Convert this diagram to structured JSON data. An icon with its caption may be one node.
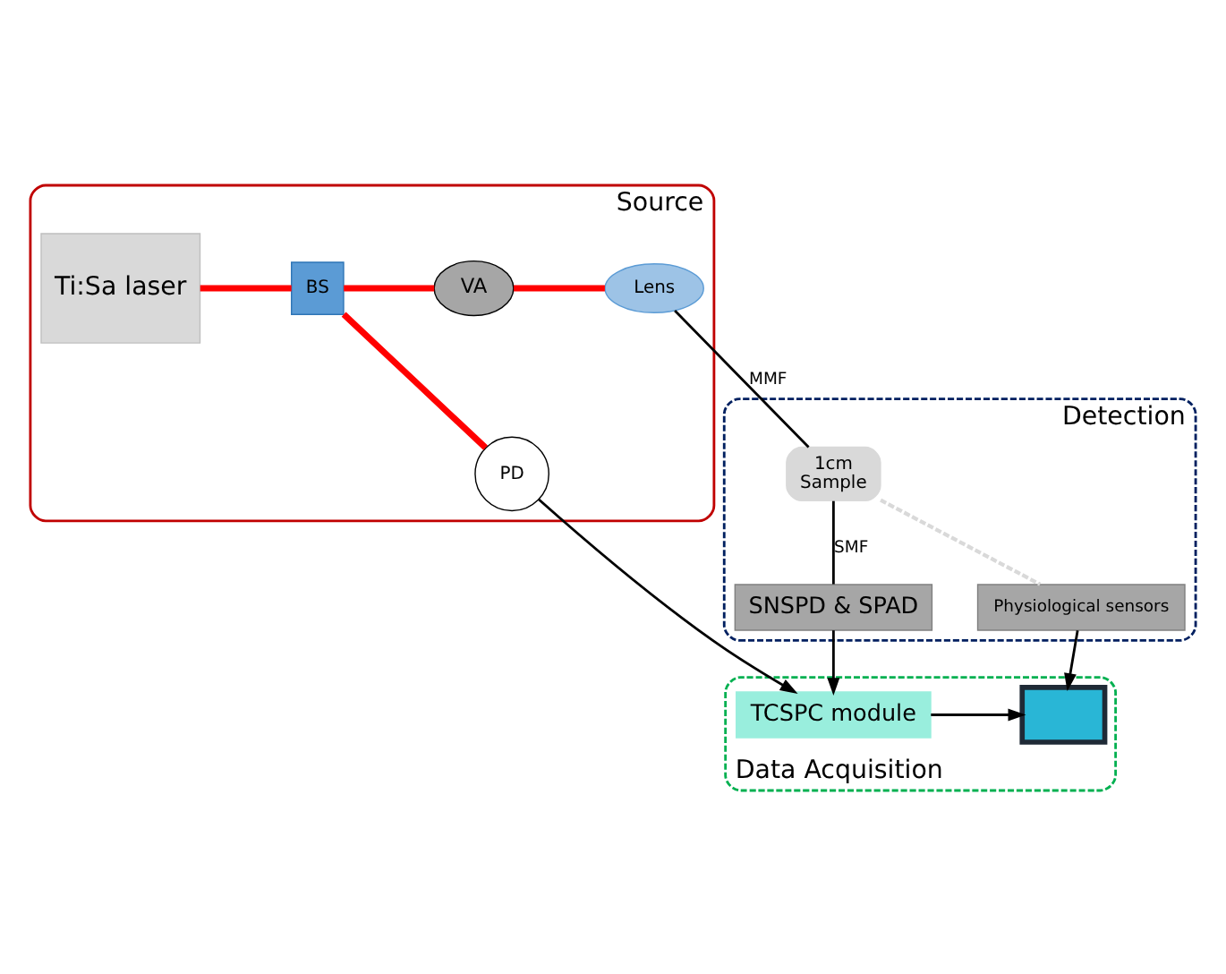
{
  "diagram": {
    "nodes": [
      {
        "text": [
          "Source"
        ]
      },
      {
        "text": [
          "Ti:Sa laser"
        ],
        "in": 0
      },
      {
        "text": [
          "BS"
        ],
        "in": 0
      },
      {
        "text": [
          "VA"
        ],
        "in": 0
      },
      {
        "text": [
          "Lens"
        ],
        "in": 0
      },
      {
        "text": [
          "PD"
        ],
        "in": 0
      },
      {
        "text": [
          "Data Acquisition"
        ]
      },
      {
        "text": [],
        "shape": "monitor",
        "in": 6
      },
      {
        "text": [
          "TCSPC module"
        ],
        "in": 6
      },
      {
        "text": [
          "Detection"
        ]
      },
      {
        "text": [
          "1cm",
          "Sample"
        ],
        "in": 9
      },
      {
        "text": [
          "SNSPD & SPAD"
        ],
        "in": 9
      },
      {
        "text": [
          "Physiological sensors"
        ],
        "in": 9
      }
    ],
    "edges": [
      {
        "from": 1,
        "to": 2,
        "arrow": "none",
        "style": "thick",
        "color": "#ff0000"
      },
      {
        "from": 2,
        "to": 3,
        "arrow": "none",
        "style": "thick",
        "color": "#ff0000"
      },
      {
        "from": 3,
        "to": 4,
        "arrow": "none",
        "style": "thick",
        "color": "#ff0000"
      },
      {
        "from": 2,
        "to": 5,
        "arrow": "none",
        "style": "thick",
        "color": "#ff0000"
      },
      {
        "from": 5,
        "to": 8,
        "arrow": "to"
      },
      {
        "from": 4,
        "to": 10,
        "arrow": "none",
        "label": "MMF"
      },
      {
        "from": 10,
        "to": 11,
        "arrow": "none",
        "label": "SMF"
      },
      {
        "from": 11,
        "to": 8,
        "arrow": "to"
      },
      {
        "from": 8,
        "to": 7,
        "arrow": "to"
      },
      {
        "from": 12,
        "to": 7,
        "arrow": "to"
      },
      {
        "from": 10,
        "to": 12,
        "arrow": "none",
        "style": "dashed",
        "color": "#d9d9d9"
      }
    ]
  }
}
